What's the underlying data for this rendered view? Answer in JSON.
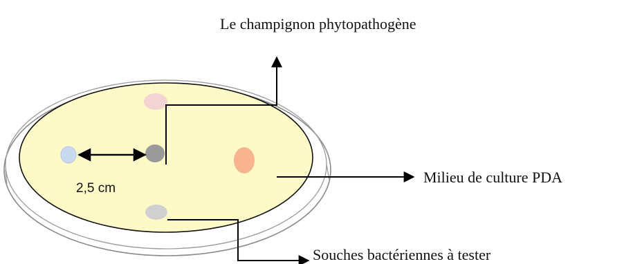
{
  "labels": {
    "fungus": "Le champignon phytopathogène",
    "medium": "Milieu de culture PDA",
    "strains": "Souches bactériennes à tester",
    "distance": "2,5 cm"
  },
  "colors": {
    "medium_fill": "#fefac8",
    "dish_edge": "#8a8a8a",
    "fungus_disc": "#9a9a9a",
    "strain_left": "#c9d9ef",
    "strain_top": "#f3d4d2",
    "strain_right": "#f7b48e",
    "strain_bottom": "#d0d0d0"
  }
}
